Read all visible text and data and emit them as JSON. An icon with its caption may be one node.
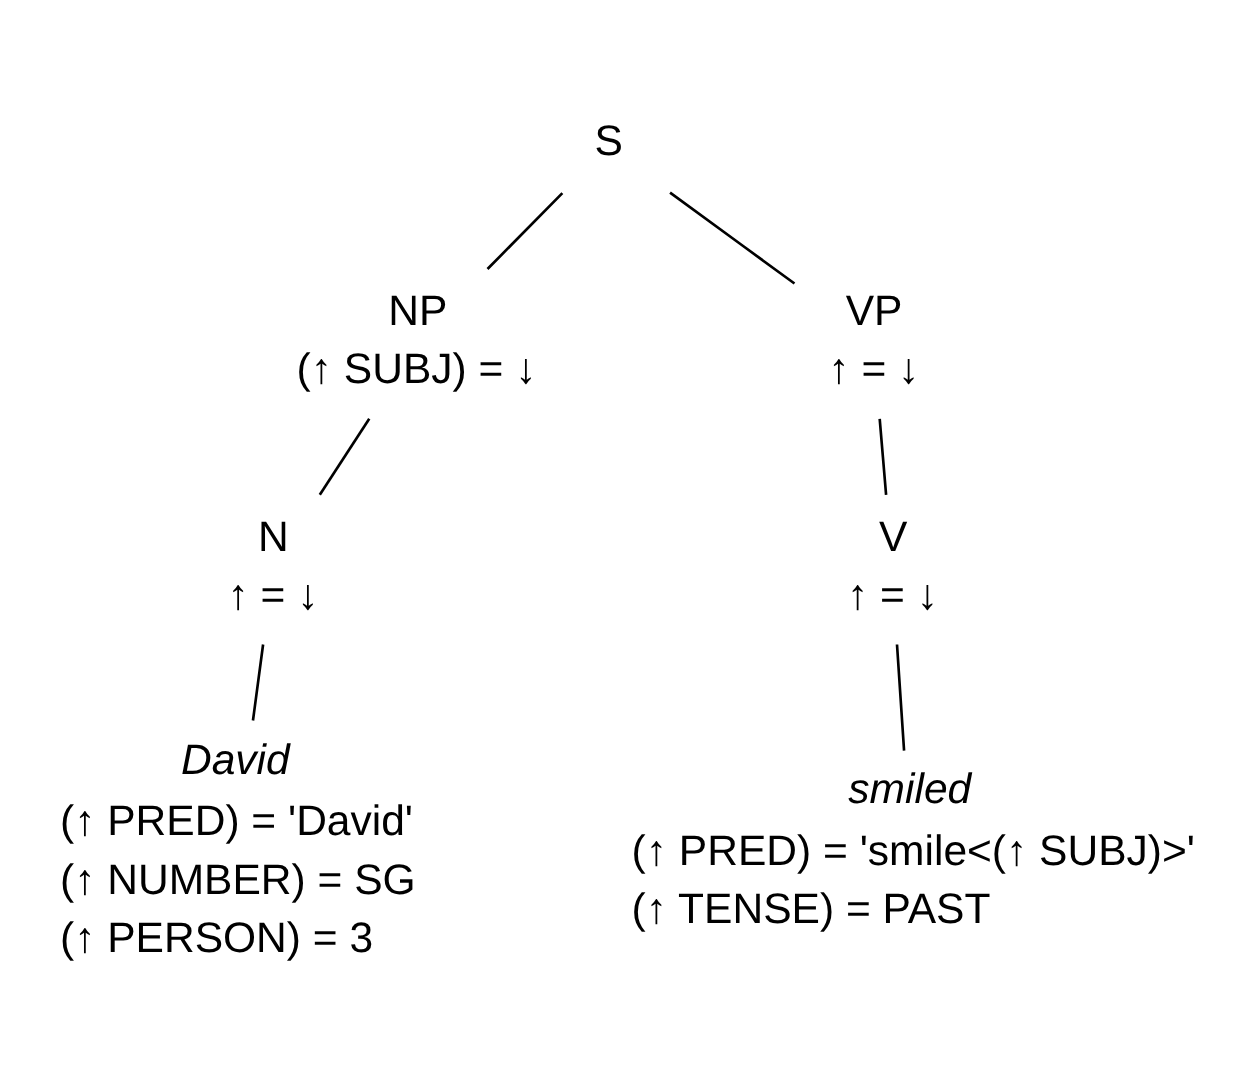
{
  "diagram": {
    "nodes": [
      {
        "text": [
          "S"
        ]
      },
      {
        "text": [
          "NP",
          "(↑ SUBJ) = ↓"
        ]
      },
      {
        "text": [
          "VP",
          "↑ = ↓"
        ]
      },
      {
        "text": [
          "N",
          "↑ = ↓"
        ]
      },
      {
        "text": [
          "V",
          "↑ = ↓"
        ]
      },
      {
        "text": [
          "David",
          "(↑ PRED) = 'David'",
          "(↑ NUMBER) = SG",
          "(↑ PERSON) = 3"
        ]
      },
      {
        "text": [
          "smiled",
          "(↑ PRED) = 'smile<(↑ SUBJ)>'",
          "(↑ TENSE) = PAST"
        ]
      }
    ],
    "edges": [
      {
        "from": 0,
        "to": 1,
        "arrow": "none"
      },
      {
        "from": 0,
        "to": 2,
        "arrow": "none"
      },
      {
        "from": 1,
        "to": 3,
        "arrow": "none"
      },
      {
        "from": 2,
        "to": 4,
        "arrow": "none"
      },
      {
        "from": 3,
        "to": 5,
        "arrow": "none"
      },
      {
        "from": 4,
        "to": 6,
        "arrow": "none"
      }
    ]
  }
}
